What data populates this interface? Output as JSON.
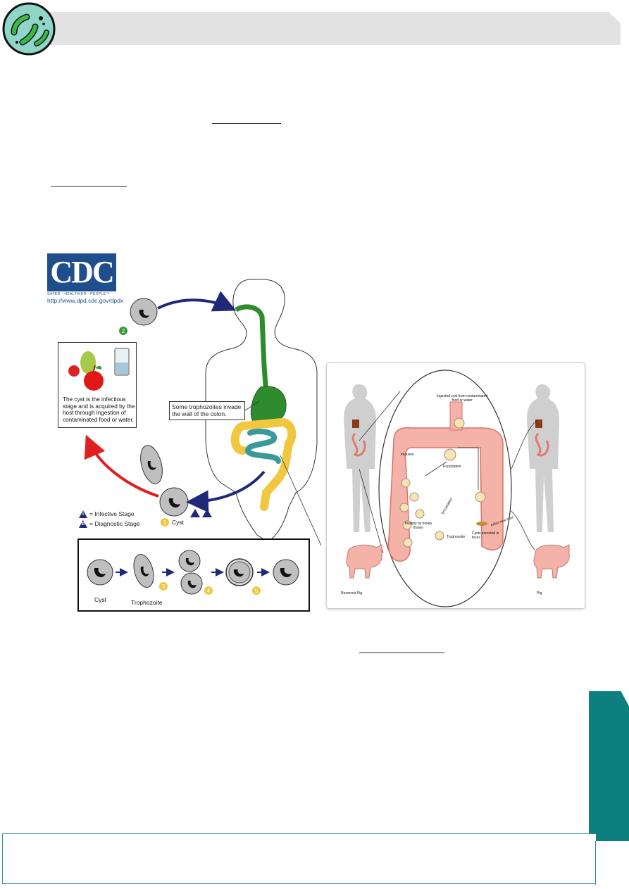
{
  "cdc": {
    "logo_text": "CDC",
    "tagline": "SAFER · HEALTHIER · PEOPLE™",
    "url": "http://www.dpd.cdc.gov/dpdx"
  },
  "lifecycle": {
    "infobox_text": "The cyst is the infectious stage and is acquired by the host through ingestion of contaminated food or water.",
    "callout_text": "Some trophozoites invade the wall of the colon.",
    "step_1": "1",
    "step_2": "2",
    "step_3": "3",
    "step_4": "4",
    "step_5": "5",
    "cyst_label": "Cyst",
    "legend": {
      "infective_symbol": "i",
      "infective_text": "= Infective Stage",
      "diagnostic_symbol": "d",
      "diagnostic_text": "= Diagnostic Stage"
    },
    "stages": {
      "cyst_label": "Cyst",
      "trophozoite_label": "Trophozoite"
    }
  },
  "panel": {
    "ingested_text": "Ingested cyst from contaminated food or water",
    "invasion_text": "Invasion",
    "excystation_text": "Excystation",
    "encystation_text": "Encystation",
    "multiply_text": "Multiply by binary fission",
    "trophozoite_text": "Trophozoite",
    "cysts_excreted_text": "Cysts excreted in feces",
    "infect_text": "Infect new host",
    "reservoir_text": "Reservoir Pig",
    "pig_text": "Pig"
  },
  "colors": {
    "accent_teal": "#0e7f7f",
    "header_gray": "#e2e2e2",
    "cdc_blue": "#1f4e8c",
    "arrow_blue": "#1e2a78",
    "arrow_red": "#e02020",
    "gut_green": "#2e8b2e",
    "colon_yellow": "#f2c740",
    "small_intestine_teal": "#3a9a9a"
  }
}
